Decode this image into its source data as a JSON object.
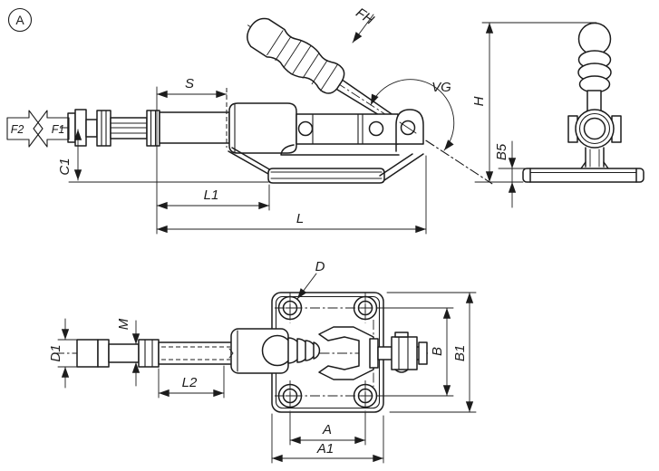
{
  "colors": {
    "line": "#1c1c1c",
    "background": "#ffffff"
  },
  "labels": {
    "view": "A",
    "f2": "F2",
    "f1": "F1",
    "fh": "FH",
    "vg": "VG",
    "s": "S",
    "c1": "C1",
    "l1": "L1",
    "l": "L",
    "h": "H",
    "b5": "B5",
    "d": "D",
    "m": "M",
    "d1": "D1",
    "l2": "L2",
    "b": "B",
    "b1": "B1",
    "a": "A",
    "a1": "A1"
  }
}
